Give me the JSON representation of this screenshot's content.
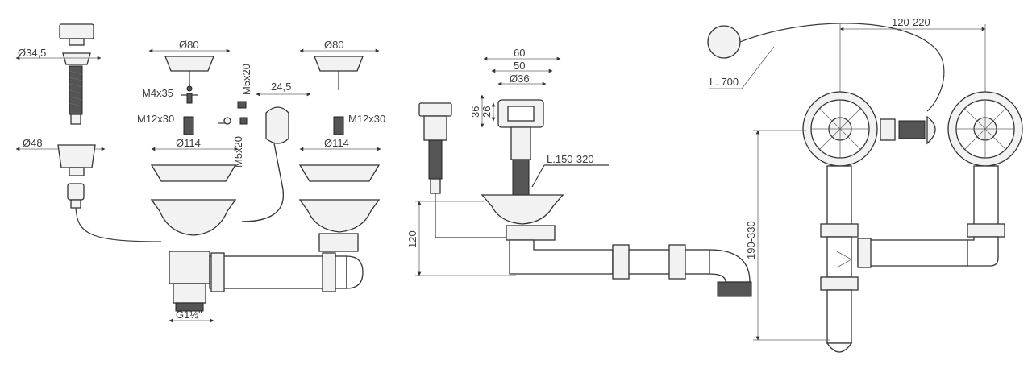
{
  "labels": {
    "d345": "Ø34,5",
    "d48": "Ø48",
    "d80_a": "Ø80",
    "d80_b": "Ø80",
    "m4x35": "M4x35",
    "m12x30_a": "M12x30",
    "m12x30_b": "M12x30",
    "m5x20_top": "M5x20",
    "m5x20_bottom": "M5x20",
    "d245": "24,5",
    "d114_a": "Ø114",
    "d114_b": "Ø114",
    "g112": "G1½\"",
    "d60": "60",
    "d50": "50",
    "d36": "Ø36",
    "h36": "36",
    "h26": "26",
    "len150": "L.150-320",
    "h120": "120",
    "l700": "L. 700",
    "w120220": "120-220",
    "h190330": "190-330"
  },
  "colors": {
    "line": "#3a3a3a",
    "fill": "#f2f2f2",
    "dark": "#555555"
  }
}
